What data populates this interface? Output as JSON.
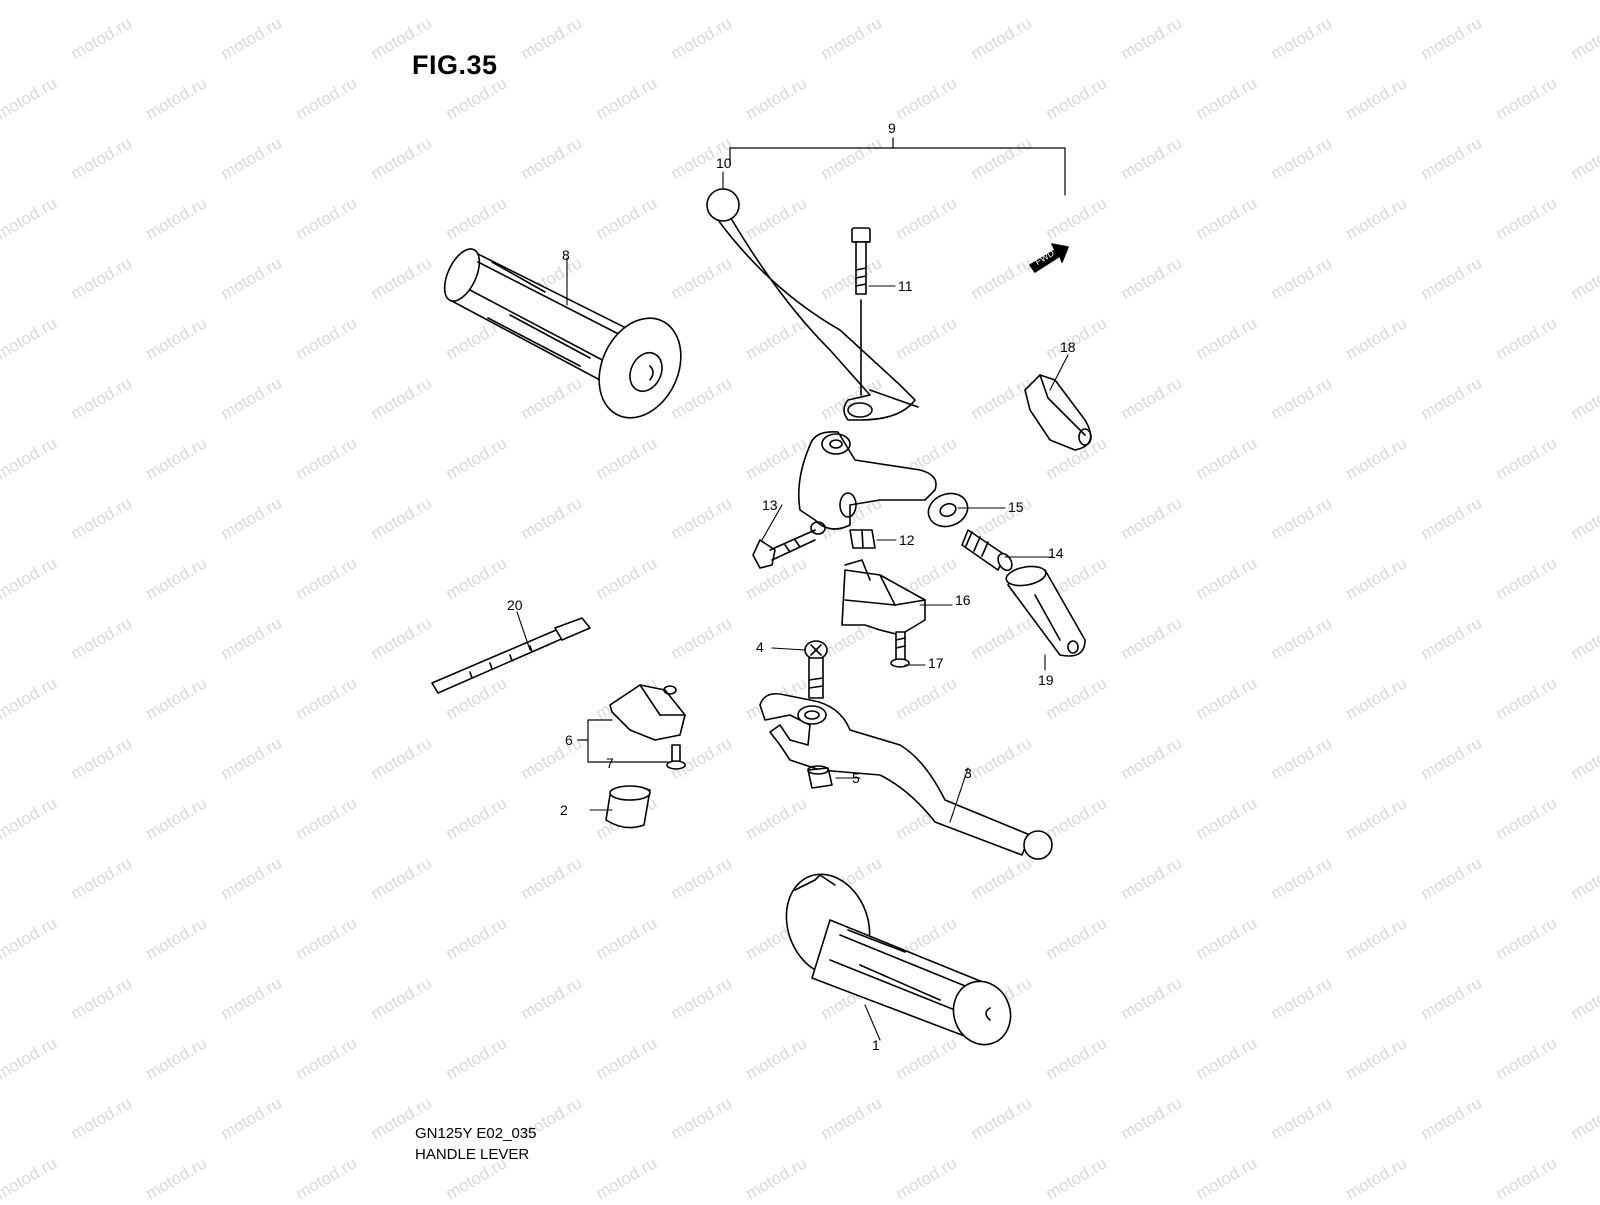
{
  "figure": {
    "title": "FIG.35",
    "model_code": "GN125Y E02_035",
    "section_name": "HANDLE LEVER",
    "direction_label": "FWD"
  },
  "watermark": {
    "text": "motod.ru",
    "color": "#d9d9d9"
  },
  "callouts": [
    {
      "id": "label-1",
      "text": "1"
    },
    {
      "id": "label-2",
      "text": "2"
    },
    {
      "id": "label-3",
      "text": "3"
    },
    {
      "id": "label-4",
      "text": "4"
    },
    {
      "id": "label-5",
      "text": "5"
    },
    {
      "id": "label-6",
      "text": "6"
    },
    {
      "id": "label-7",
      "text": "7"
    },
    {
      "id": "label-8",
      "text": "8"
    },
    {
      "id": "label-9",
      "text": "9"
    },
    {
      "id": "label-10",
      "text": "10"
    },
    {
      "id": "label-11",
      "text": "11"
    },
    {
      "id": "label-12",
      "text": "12"
    },
    {
      "id": "label-13",
      "text": "13"
    },
    {
      "id": "label-14",
      "text": "14"
    },
    {
      "id": "label-15",
      "text": "15"
    },
    {
      "id": "label-16",
      "text": "16"
    },
    {
      "id": "label-17",
      "text": "17"
    },
    {
      "id": "label-18",
      "text": "18"
    },
    {
      "id": "label-19",
      "text": "19"
    },
    {
      "id": "label-20",
      "text": "20"
    }
  ]
}
